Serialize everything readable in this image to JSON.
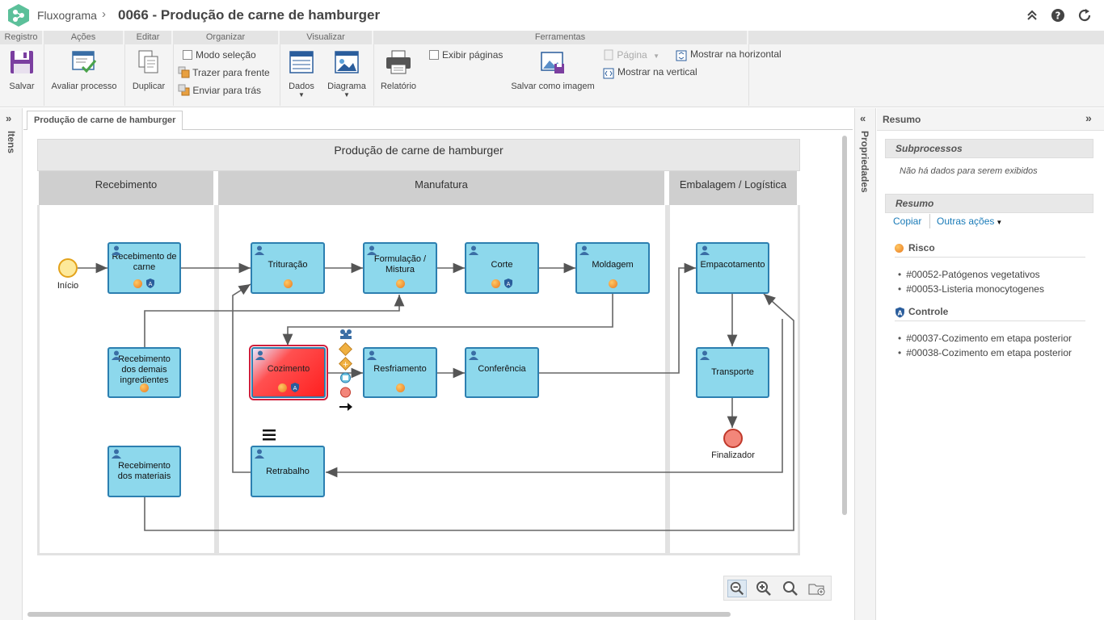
{
  "header": {
    "app_name": "Fluxograma",
    "separator": "›",
    "doc_title": "0066 - Produção de carne de hamburger"
  },
  "ribbon": {
    "groups": [
      {
        "label": "Registro"
      },
      {
        "label": "Ações"
      },
      {
        "label": "Editar"
      },
      {
        "label": "Organizar"
      },
      {
        "label": "Visualizar"
      },
      {
        "label": "Ferramentas"
      }
    ],
    "save": "Salvar",
    "evaluate": "Avaliar processo",
    "duplicate": "Duplicar",
    "selection_mode": "Modo seleção",
    "bring_front": "Trazer para frente",
    "send_back": "Enviar para trás",
    "data": "Dados",
    "diagram": "Diagrama",
    "report": "Relatório",
    "show_pages": "Exibir páginas",
    "save_image": "Salvar como imagem",
    "page": "Página",
    "show_vertical": "Mostrar na vertical",
    "show_horizontal": "Mostrar na horizontal"
  },
  "left_strip": {
    "label": "Itens"
  },
  "right_strip": {
    "label": "Propriedades"
  },
  "tab": {
    "label": "Produção de carne de hamburger"
  },
  "diagram": {
    "pool_title": "Produção de carne de hamburger",
    "lanes": [
      "Recebimento",
      "Manufatura",
      "Embalagem / Logística"
    ],
    "events": {
      "start": "Início",
      "end": "Finalizador"
    },
    "tasks": {
      "recebimento_carne": "Recebimento de carne",
      "recebimento_ingredientes": "Recebimento dos demais ingredientes",
      "recebimento_materiais": "Recebimento dos materiais",
      "trituracao": "Trituração",
      "formulacao": "Formulação / Mistura",
      "corte": "Corte",
      "moldagem": "Moldagem",
      "cozimento": "Cozimento",
      "resfriamento": "Resfriamento",
      "conferencia": "Conferência",
      "retrabalho": "Retrabalho",
      "empacotamento": "Empacotamento",
      "transporte": "Transporte"
    }
  },
  "right_panel": {
    "title": "Resumo",
    "subprocessos": {
      "title": "Subprocessos",
      "empty": "Não há dados para serem exibidos"
    },
    "resumo": {
      "title": "Resumo",
      "copy": "Copiar",
      "other_actions": "Outras ações"
    },
    "risco": {
      "title": "Risco",
      "items": [
        "#00052-Patógenos vegetativos",
        "#00053-Listeria monocytogenes"
      ]
    },
    "controle": {
      "title": "Controle",
      "items": [
        "#00037-Cozimento em etapa posterior",
        "#00038-Cozimento em etapa posterior"
      ]
    }
  },
  "colors": {
    "task_fill": "#8dd8ec",
    "task_border": "#2c7fb0",
    "selected": "#ff2020",
    "link": "#1a7bb8"
  }
}
